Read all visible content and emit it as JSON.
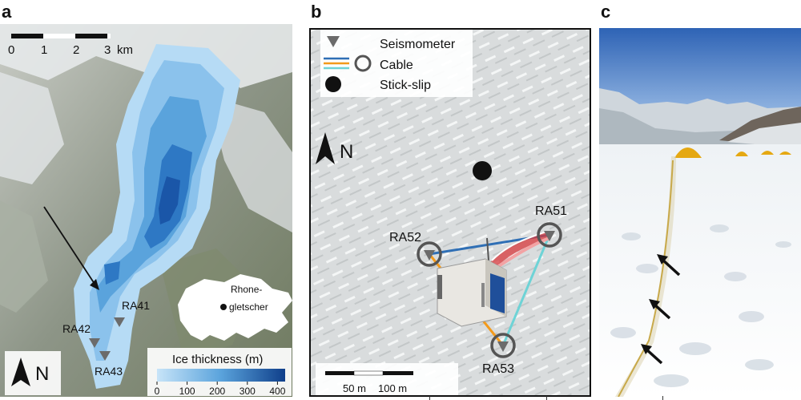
{
  "panels": {
    "a": {
      "letter": "a",
      "scale_ticks": [
        "0",
        "1",
        "2",
        "3"
      ],
      "scale_unit": "km",
      "north": "N",
      "colorbar_title": "Ice thickness (m)",
      "colorbar_ticks": [
        "0",
        "100",
        "200",
        "300",
        "400"
      ],
      "colorbar_range": [
        0,
        400
      ],
      "stations": [
        "RA41",
        "RA42",
        "RA43"
      ],
      "inset_label_line1": "Rhone-",
      "inset_label_line2": "gletscher",
      "colors": {
        "ice_light": "#a9d4f2",
        "ice_mid": "#5aa3dc",
        "ice_dark": "#1a56a8",
        "station": "#6b6b6b"
      }
    },
    "b": {
      "letter": "b",
      "legend": {
        "seismometer": "Seismometer",
        "cable": "Cable",
        "stick_slip": "Stick-slip"
      },
      "north": "N",
      "stations": [
        "RA51",
        "RA52",
        "RA53"
      ],
      "scale_labels": [
        "50 m",
        "100 m"
      ],
      "colors": {
        "cable_blue": "#2f6fb5",
        "cable_orange": "#f39a1b",
        "cable_cyan": "#6ed3d6",
        "ring": "#555555"
      }
    },
    "c": {
      "letter": "c",
      "colors": {
        "sky": "#2e63b5",
        "tent": "#e5a812",
        "arrow": "#111111",
        "cable": "#c8a94a"
      }
    }
  }
}
